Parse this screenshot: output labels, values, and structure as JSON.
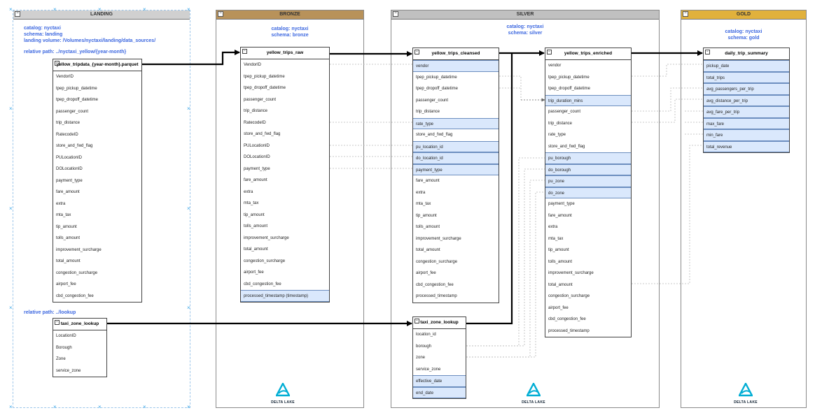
{
  "lanes": {
    "landing": {
      "title": "LANDING",
      "catalog": "catalog: nyctaxi",
      "schema": "schema: landing",
      "volume": "landing volume: /Volumes/nyctaxi/landing/data_sources/",
      "path_yellow": "relative path: ../nyctaxi_yellow/{year-month}",
      "path_lookup": "relative path: ../lookup",
      "header_color": "#d0d0d0"
    },
    "bronze": {
      "title": "BRONZE",
      "catalog": "catalog: nyctaxi",
      "schema": "schema: bronze",
      "header_color": "#b8925a"
    },
    "silver": {
      "title": "SILVER",
      "catalog": "catalog: nyctaxi",
      "schema": "schema: silver",
      "header_color": "#c0c0c0"
    },
    "gold": {
      "title": "GOLD",
      "catalog": "catalog: nyctaxi",
      "schema": "schema: gold",
      "header_color": "#e1b13c"
    }
  },
  "tables": {
    "landing_tripdata": {
      "title": "yellow_tripdata_{year-month}.parquet",
      "fields": [
        "VendorID",
        "tpep_pickup_datetime",
        "tpep_dropoff_datetime",
        "passenger_count",
        "trip_distance",
        "RatecodeID",
        "store_and_fwd_flag",
        "PULocationID",
        "DOLocationID",
        "payment_type",
        "fare_amount",
        "extra",
        "mta_tax",
        "tip_amount",
        "tolls_amount",
        "improvement_surcharge",
        "total_amount",
        "congestion_surcharge",
        "airport_fee",
        "cbd_congestion_fee"
      ]
    },
    "landing_zone": {
      "title": "taxi_zone_lookup",
      "fields": [
        "LocationID",
        "Borough",
        "Zone",
        "service_zone"
      ]
    },
    "bronze_raw": {
      "title": "yellow_trips_raw",
      "fields": [
        "VendorID",
        "tpep_pickup_datetime",
        "tpep_dropoff_datetime",
        "passenger_count",
        "trip_distance",
        "RatecodeID",
        "store_and_fwd_flag",
        "PULocationID",
        "DOLocationID",
        "payment_type",
        "fare_amount",
        "extra",
        "mta_tax",
        "tip_amount",
        "tolls_amount",
        "improvement_surcharge",
        "total_amount",
        "congestion_surcharge",
        "airport_fee",
        "cbd_congestion_fee",
        "processed_timestamp  (timestamp)"
      ],
      "highlight": [
        20
      ]
    },
    "silver_cleansed": {
      "title": "yellow_trips_cleansed",
      "fields": [
        "vendor",
        "tpep_pickup_datetime",
        "tpep_dropoff_datetime",
        "passenger_count",
        "trip_distance",
        "rate_type",
        "store_and_fwd_flag",
        "pu_location_id",
        "do_location_id",
        "payment_type",
        "fare_amount",
        "extra",
        "mta_tax",
        "tip_amount",
        "tolls_amount",
        "improvement_surcharge",
        "total_amount",
        "congestion_surcharge",
        "airport_fee",
        "cbd_congestion_fee",
        "processed_timestamp"
      ],
      "highlight": [
        0,
        5,
        7,
        8,
        9
      ]
    },
    "silver_zone": {
      "title": "taxi_zone_lookup",
      "fields": [
        "location_id",
        "borough",
        "zone",
        "service_zone",
        "effective_date",
        "end_date"
      ],
      "highlight": [
        4,
        5
      ]
    },
    "silver_enriched": {
      "title": "yellow_trips_enriched",
      "fields": [
        "vendor",
        "tpep_pickup_datetime",
        "tpep_dropoff_datetime",
        "trip_duration_mins",
        "passenger_count",
        "trip_distance",
        "rate_type",
        "store_and_fwd_flag",
        "pu_borough",
        "do_borough",
        "pu_zone",
        "do_zone",
        "payment_type",
        "fare_amount",
        "extra",
        "mta_tax",
        "tip_amount",
        "tolls_amount",
        "improvement_surcharge",
        "total_amount",
        "congestion_surcharge",
        "airport_fee",
        "cbd_congestion_fee",
        "processed_timestamp"
      ],
      "highlight": [
        3,
        8,
        9,
        10,
        11
      ]
    },
    "gold_summary": {
      "title": "daily_trip_summary",
      "fields": [
        "pickup_date",
        "total_trips",
        "avg_passengers_per_trip",
        "avg_distance_per_trip",
        "avg_fare_per_trip",
        "max_fare",
        "min_fare",
        "total_revenue"
      ],
      "highlight": [
        0,
        1,
        2,
        3,
        4,
        5,
        6,
        7
      ]
    }
  },
  "logo": {
    "text": "DELTA LAKE",
    "color": "#00add4"
  },
  "icons": {
    "lane_collapse": "minus-icon",
    "table_collapse": "minus-icon",
    "selection_handle": "x-handle-icon"
  }
}
